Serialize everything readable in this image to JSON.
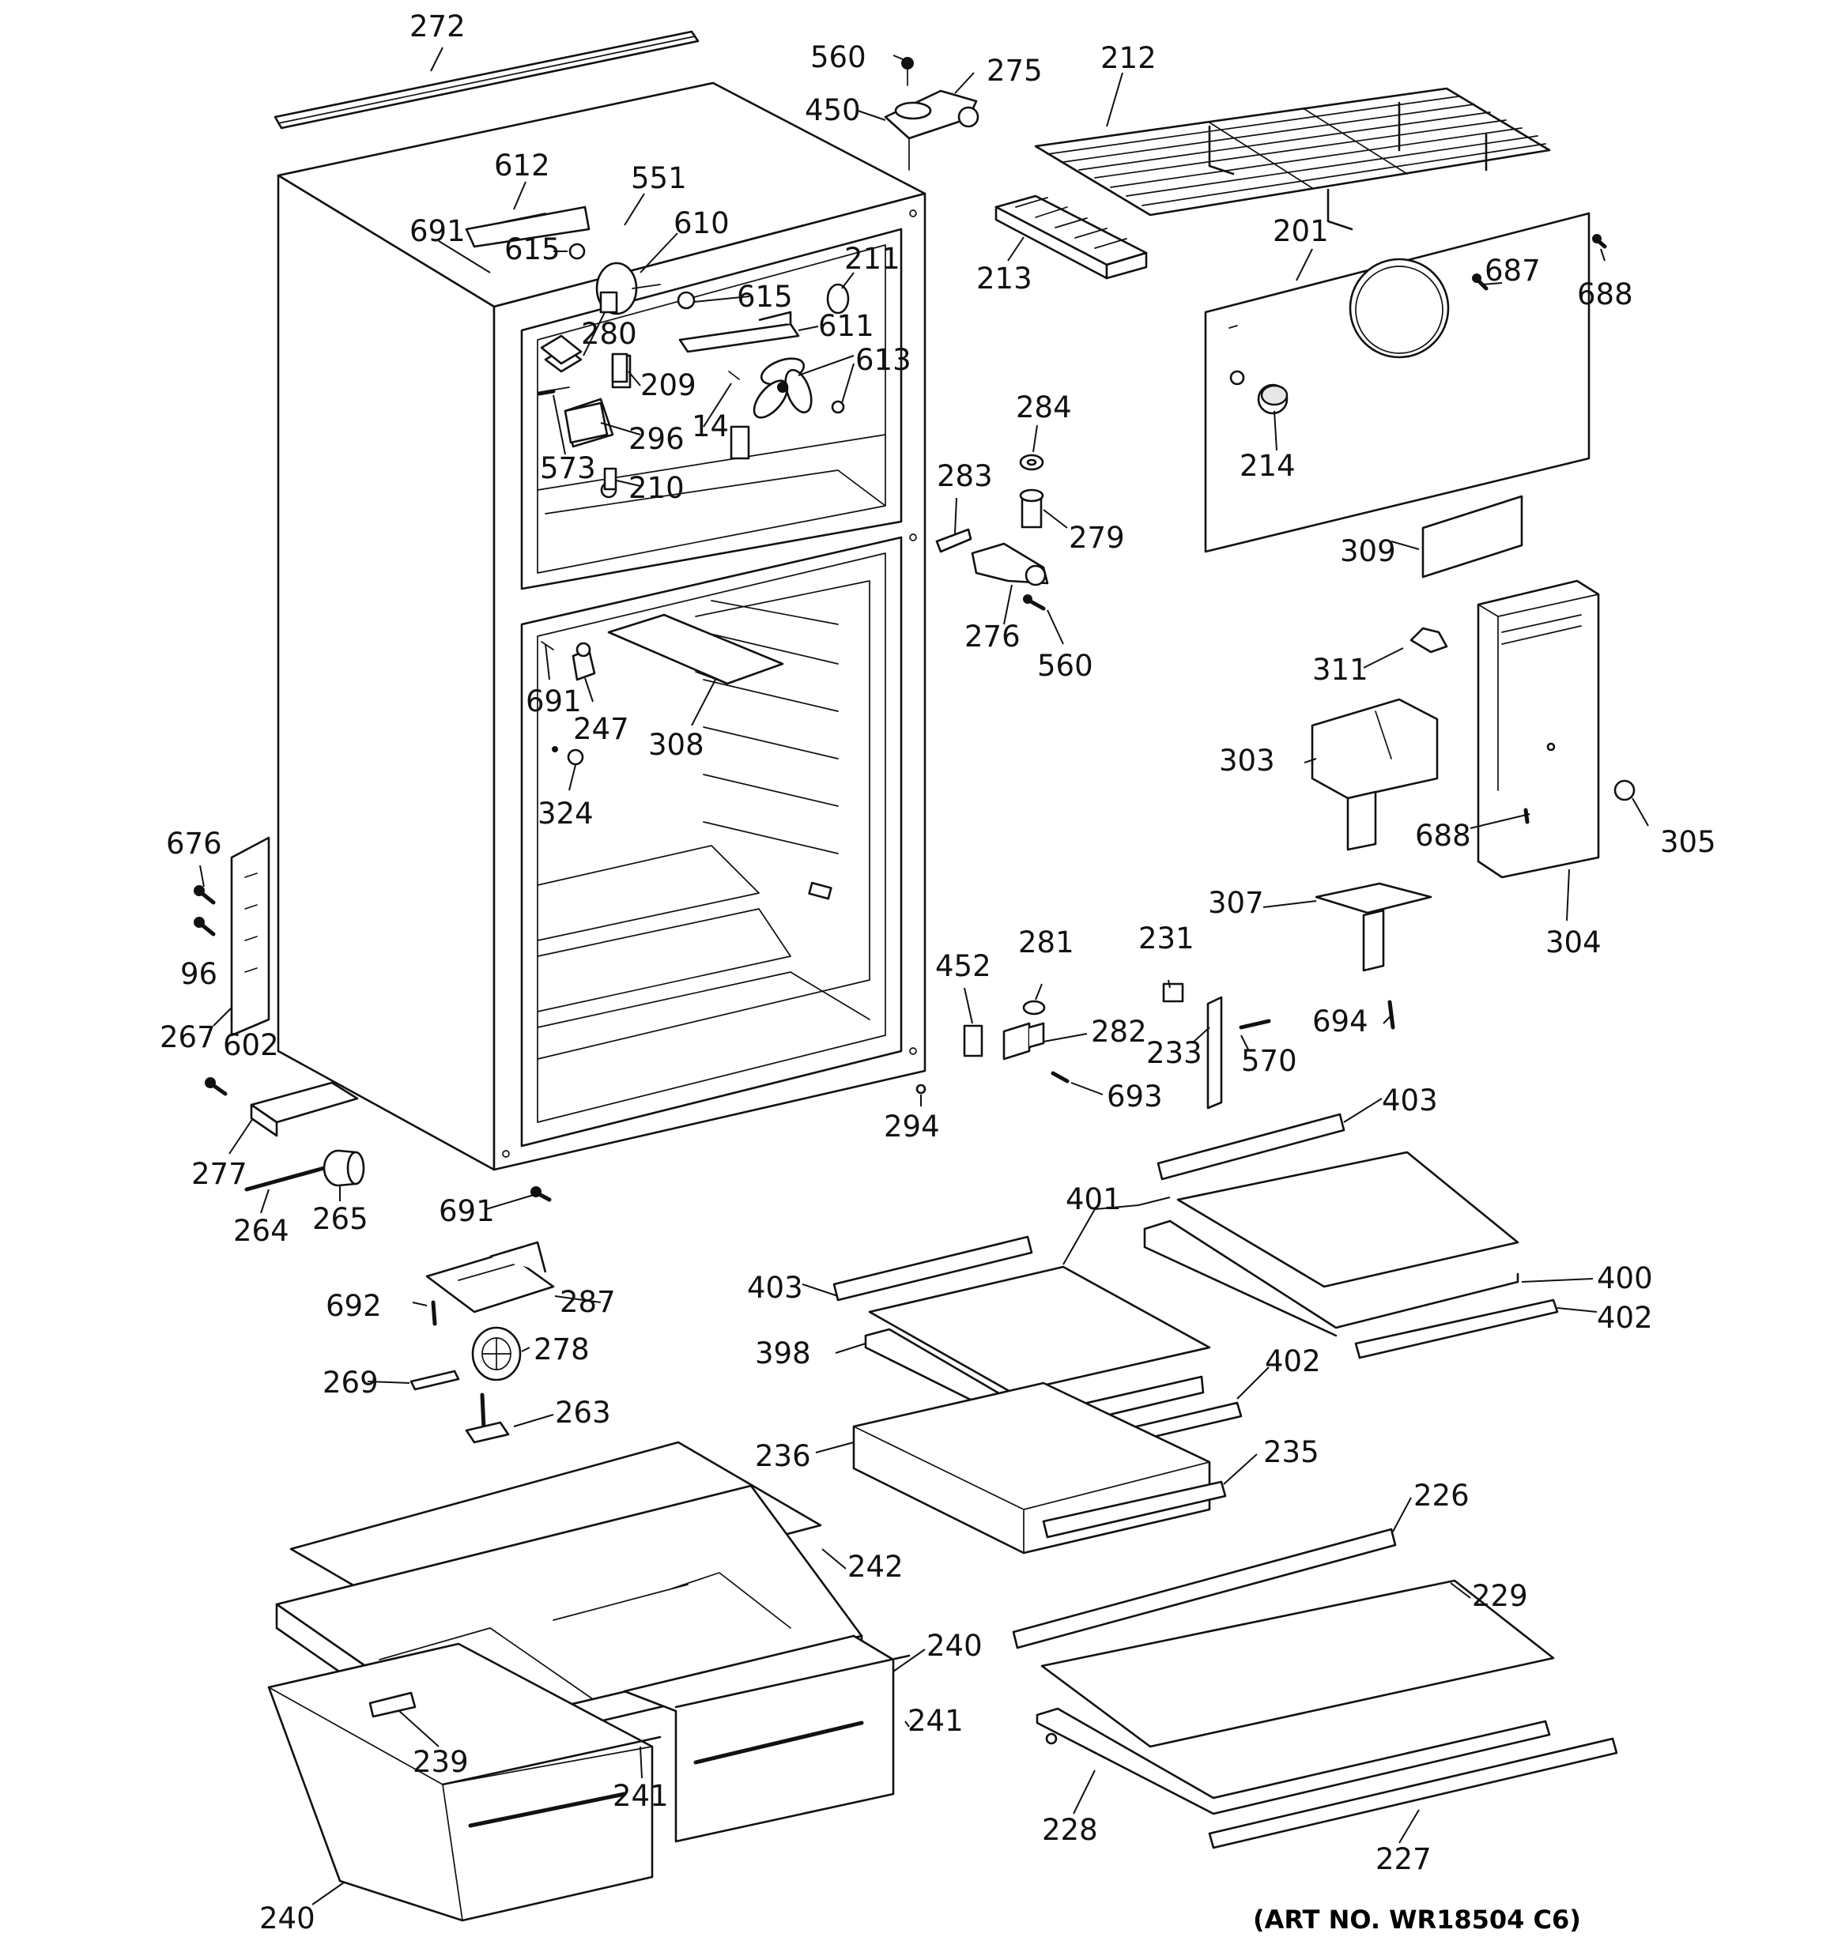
{
  "diagram": {
    "art_number": "(ART NO. WR18504 C6)",
    "labels": [
      {
        "id": "272",
        "text": "272"
      },
      {
        "id": "560a",
        "text": "560"
      },
      {
        "id": "275",
        "text": "275"
      },
      {
        "id": "450",
        "text": "450"
      },
      {
        "id": "212",
        "text": "212"
      },
      {
        "id": "612",
        "text": "612"
      },
      {
        "id": "551",
        "text": "551"
      },
      {
        "id": "691a",
        "text": "691"
      },
      {
        "id": "610",
        "text": "610"
      },
      {
        "id": "615a",
        "text": "615"
      },
      {
        "id": "211",
        "text": "211"
      },
      {
        "id": "615b",
        "text": "615"
      },
      {
        "id": "213",
        "text": "213"
      },
      {
        "id": "201",
        "text": "201"
      },
      {
        "id": "687",
        "text": "687"
      },
      {
        "id": "688a",
        "text": "688"
      },
      {
        "id": "280",
        "text": "280"
      },
      {
        "id": "611",
        "text": "611"
      },
      {
        "id": "613",
        "text": "613"
      },
      {
        "id": "209",
        "text": "209"
      },
      {
        "id": "14",
        "text": "14"
      },
      {
        "id": "296",
        "text": "296"
      },
      {
        "id": "573",
        "text": "573"
      },
      {
        "id": "284",
        "text": "284"
      },
      {
        "id": "214",
        "text": "214"
      },
      {
        "id": "210",
        "text": "210"
      },
      {
        "id": "283",
        "text": "283"
      },
      {
        "id": "279",
        "text": "279"
      },
      {
        "id": "309",
        "text": "309"
      },
      {
        "id": "276",
        "text": "276"
      },
      {
        "id": "560b",
        "text": "560"
      },
      {
        "id": "311",
        "text": "311"
      },
      {
        "id": "691b",
        "text": "691"
      },
      {
        "id": "247",
        "text": "247"
      },
      {
        "id": "308",
        "text": "308"
      },
      {
        "id": "303",
        "text": "303"
      },
      {
        "id": "324",
        "text": "324"
      },
      {
        "id": "676",
        "text": "676"
      },
      {
        "id": "688b",
        "text": "688"
      },
      {
        "id": "305",
        "text": "305"
      },
      {
        "id": "96",
        "text": "96"
      },
      {
        "id": "307",
        "text": "307"
      },
      {
        "id": "304",
        "text": "304"
      },
      {
        "id": "452",
        "text": "452"
      },
      {
        "id": "281",
        "text": "281"
      },
      {
        "id": "231",
        "text": "231"
      },
      {
        "id": "267",
        "text": "267"
      },
      {
        "id": "602",
        "text": "602"
      },
      {
        "id": "282",
        "text": "282"
      },
      {
        "id": "694",
        "text": "694"
      },
      {
        "id": "233",
        "text": "233"
      },
      {
        "id": "570",
        "text": "570"
      },
      {
        "id": "294",
        "text": "294"
      },
      {
        "id": "693",
        "text": "693"
      },
      {
        "id": "403a",
        "text": "403"
      },
      {
        "id": "277",
        "text": "277"
      },
      {
        "id": "265",
        "text": "265"
      },
      {
        "id": "691c",
        "text": "691"
      },
      {
        "id": "264",
        "text": "264"
      },
      {
        "id": "401",
        "text": "401"
      },
      {
        "id": "400",
        "text": "400"
      },
      {
        "id": "403b",
        "text": "403"
      },
      {
        "id": "402a",
        "text": "402"
      },
      {
        "id": "692",
        "text": "692"
      },
      {
        "id": "287",
        "text": "287"
      },
      {
        "id": "398",
        "text": "398"
      },
      {
        "id": "278",
        "text": "278"
      },
      {
        "id": "402b",
        "text": "402"
      },
      {
        "id": "269",
        "text": "269"
      },
      {
        "id": "263",
        "text": "263"
      },
      {
        "id": "236",
        "text": "236"
      },
      {
        "id": "235",
        "text": "235"
      },
      {
        "id": "226",
        "text": "226"
      },
      {
        "id": "242",
        "text": "242"
      },
      {
        "id": "229",
        "text": "229"
      },
      {
        "id": "240a",
        "text": "240"
      },
      {
        "id": "241a",
        "text": "241"
      },
      {
        "id": "239",
        "text": "239"
      },
      {
        "id": "241b",
        "text": "241"
      },
      {
        "id": "228",
        "text": "228"
      },
      {
        "id": "227",
        "text": "227"
      },
      {
        "id": "240b",
        "text": "240"
      }
    ]
  }
}
